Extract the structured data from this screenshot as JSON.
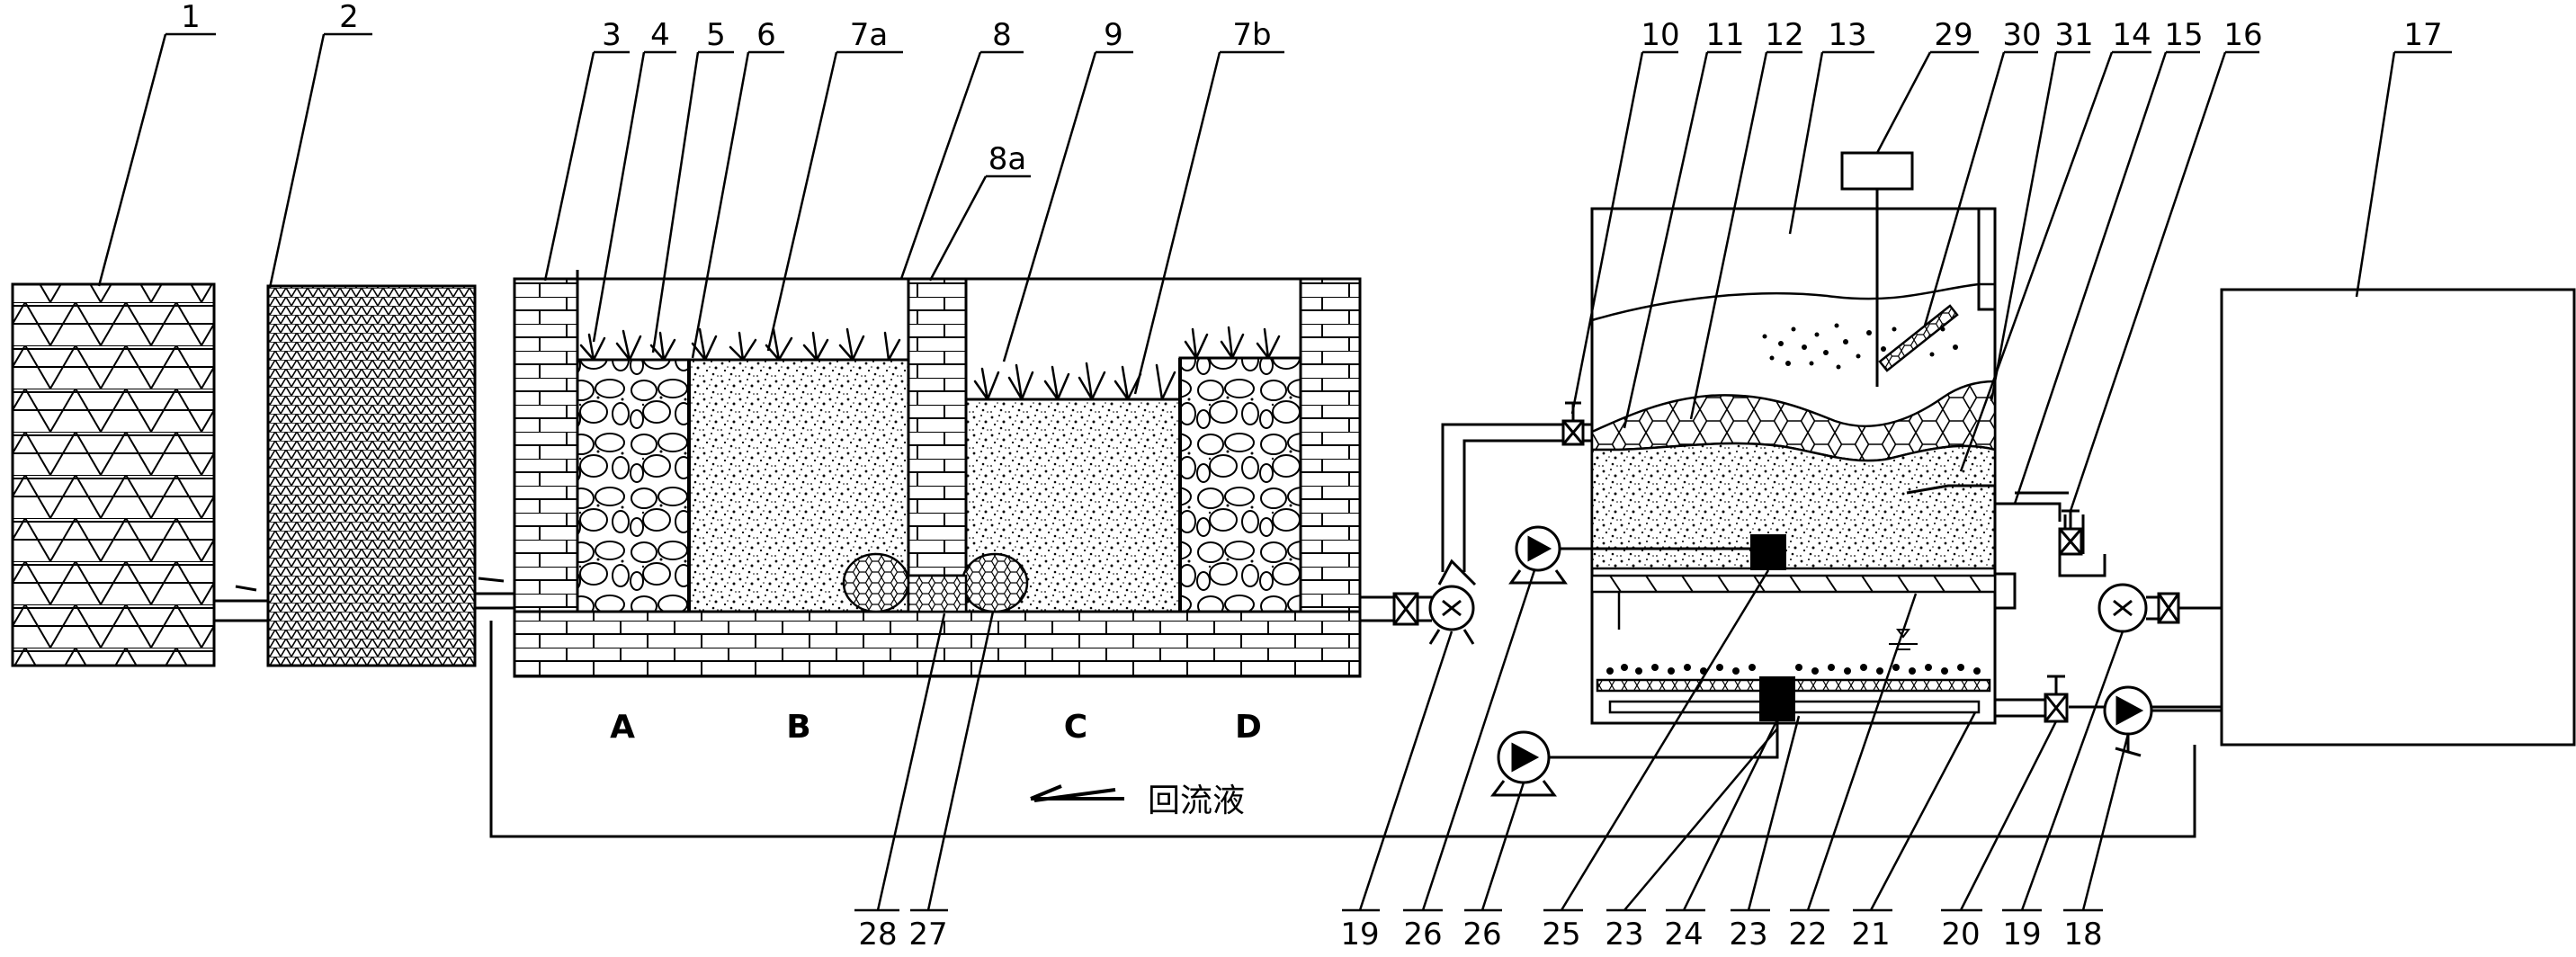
{
  "labels": [
    {
      "id": "n1",
      "text": "1"
    },
    {
      "id": "n2",
      "text": "2"
    },
    {
      "id": "n3",
      "text": "3"
    },
    {
      "id": "n4",
      "text": "4"
    },
    {
      "id": "n5",
      "text": "5"
    },
    {
      "id": "n6",
      "text": "6"
    },
    {
      "id": "n7a",
      "text": "7a"
    },
    {
      "id": "n8",
      "text": "8"
    },
    {
      "id": "n8a",
      "text": "8a"
    },
    {
      "id": "n9",
      "text": "9"
    },
    {
      "id": "n7b",
      "text": "7b"
    },
    {
      "id": "n10",
      "text": "10"
    },
    {
      "id": "n11",
      "text": "11"
    },
    {
      "id": "n12",
      "text": "12"
    },
    {
      "id": "n13",
      "text": "13"
    },
    {
      "id": "n29",
      "text": "29"
    },
    {
      "id": "n30",
      "text": "30"
    },
    {
      "id": "n31",
      "text": "31"
    },
    {
      "id": "n14",
      "text": "14"
    },
    {
      "id": "n15",
      "text": "15"
    },
    {
      "id": "n16",
      "text": "16"
    },
    {
      "id": "n17",
      "text": "17"
    },
    {
      "id": "b28",
      "text": "28"
    },
    {
      "id": "b27",
      "text": "27"
    },
    {
      "id": "b19a",
      "text": "19"
    },
    {
      "id": "b26a",
      "text": "26"
    },
    {
      "id": "b26b",
      "text": "26"
    },
    {
      "id": "b25",
      "text": "25"
    },
    {
      "id": "b23a",
      "text": "23"
    },
    {
      "id": "b24",
      "text": "24"
    },
    {
      "id": "b23b",
      "text": "23"
    },
    {
      "id": "b22",
      "text": "22"
    },
    {
      "id": "b21",
      "text": "21"
    },
    {
      "id": "b20",
      "text": "20"
    },
    {
      "id": "b19b",
      "text": "19"
    },
    {
      "id": "b18",
      "text": "18"
    }
  ],
  "zones": {
    "a": "A",
    "b": "B",
    "c": "C",
    "d": "D"
  },
  "legend": {
    "text": "回流液"
  }
}
